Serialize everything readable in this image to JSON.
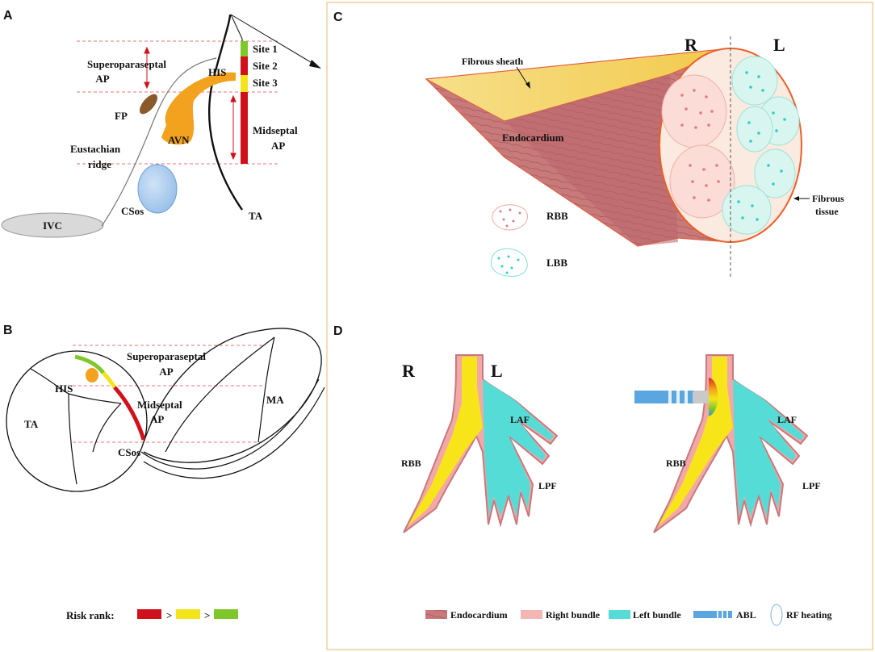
{
  "panels": {
    "a": {
      "letter": "A",
      "labels": {
        "superoparaseptal_1": "Superoparaseptal",
        "superoparaseptal_2": "AP",
        "fp": "FP",
        "avn": "AVN",
        "eustachian_1": "Eustachian",
        "eustachian_2": "ridge",
        "ivc": "IVC",
        "csos": "CSos",
        "his": "HIS",
        "ta": "TA",
        "site1": "Site 1",
        "site2": "Site 2",
        "site3": "Site 3",
        "midseptal_1": "Midseptal",
        "midseptal_2": "AP"
      }
    },
    "b": {
      "letter": "B",
      "labels": {
        "superoparaseptal_1": "Superoparaseptal",
        "superoparaseptal_2": "AP",
        "his": "HIS",
        "midseptal_1": "Midseptal",
        "midseptal_2": "AP",
        "ta": "TA",
        "ma": "MA",
        "csos": "CSos"
      },
      "risk": {
        "label": "Risk rank:",
        "sep1": ">",
        "sep2": ">"
      }
    },
    "c": {
      "letter": "C",
      "labels": {
        "r": "R",
        "l": "L",
        "fibrous_sheath": "Fibrous sheath",
        "endocardium": "Endocardium",
        "fibrous_tissue_1": "Fibrous",
        "fibrous_tissue_2": "tissue",
        "rbb": "RBB",
        "lbb": "LBB"
      }
    },
    "d": {
      "letter": "D",
      "labels": {
        "r": "R",
        "l": "L",
        "laf_left": "LAF",
        "rbb_left": "RBB",
        "lpf_left": "LPF",
        "laf_right": "LAF",
        "rbb_right": "RBB",
        "lpf_right": "LPF"
      },
      "legend": {
        "endocardium": "Endocardium",
        "right_bundle": "Right bundle",
        "left_bundle": "Left bundle",
        "abl": "ABL",
        "rf_heating": "RF heating"
      }
    }
  },
  "colors": {
    "risk_high": "#d0101a",
    "risk_mid": "#f4e41a",
    "risk_low": "#7ec82a",
    "avn": "#f2a21e",
    "fp": "#8a5a2c",
    "csos": "#b3d3f0",
    "ivc": "#d9d9d9",
    "endocardium": "#c9787c",
    "right_bundle": "#f4b6b3",
    "left_bundle": "#56dcd6",
    "rbb_yellow": "#f7e51a",
    "sheath": "#f7d36a",
    "abl": "#5aa6e0",
    "frame": "#f2c98a",
    "guide": "#e24a4a"
  }
}
